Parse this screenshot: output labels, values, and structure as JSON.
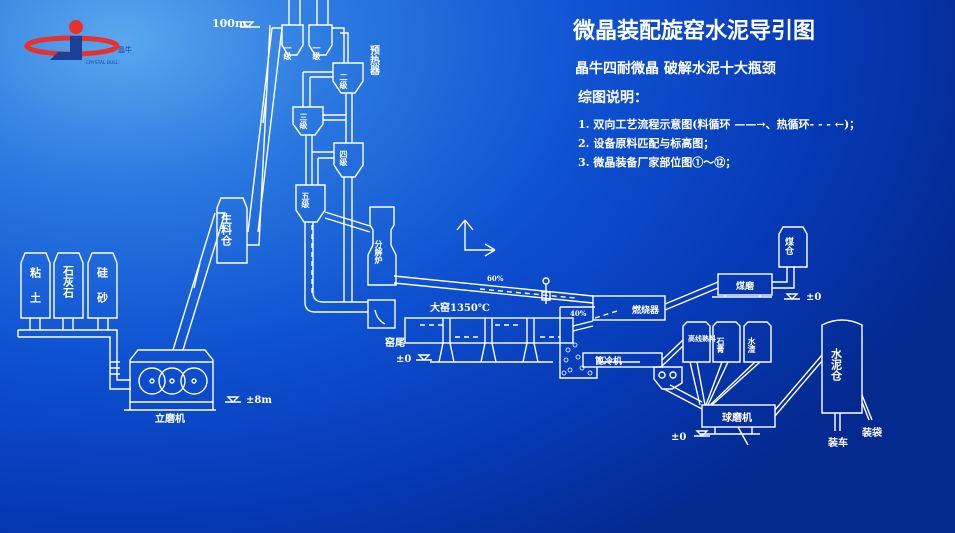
{
  "header": {
    "title": "微晶装配旋窑水泥导引图",
    "subtitle": "晶牛四耐微晶 破解水泥十大瓶颈",
    "legend_heading": "综图说明：",
    "legend_items": [
      "1. 双向工艺流程示意图(料循环 ——→、热循环- - - ←)；",
      "2. 设备原料匹配与标高图；",
      "3. 微晶装备厂家部位图①～⑫；"
    ]
  },
  "logo": {
    "text": "晶牛",
    "subtext": "CRYSTAL BULL",
    "colors": {
      "red": "#e8312a",
      "blue": "#1c3f9a"
    }
  },
  "labels": {
    "elev_100": "100m",
    "preheater": "预热器",
    "c1a": "一级",
    "c1b": "一级",
    "c2": "二级",
    "c3": "三级",
    "c4": "四级",
    "c5": "五级",
    "calciner": "分解炉",
    "raw_silo": "生料仓",
    "clay": "粘土",
    "limestone": "石灰石",
    "silica": "硅砂",
    "vertical_mill": "立磨机",
    "elev_8": "±8m",
    "kiln": "大窑1350℃",
    "kiln_tail": "窑尾",
    "elev_0a": "±0",
    "pct60": "60%",
    "pct40": "40%",
    "burner": "燃烧器",
    "cooler": "篦冷机",
    "coal_mill": "煤磨",
    "coal_silo": "煤仓",
    "elev_0b": "±0",
    "clinker": "高线熟料",
    "gypsum": "石膏",
    "slag": "水渣",
    "ball_mill": "球磨机",
    "elev_0c": "±0",
    "cement_silo": "水泥仓",
    "truck": "装车",
    "bag": "装袋"
  },
  "colors": {
    "line": "#ffffff",
    "bg_dark": "#0638b4",
    "bg_light": "#5aa7ee"
  }
}
